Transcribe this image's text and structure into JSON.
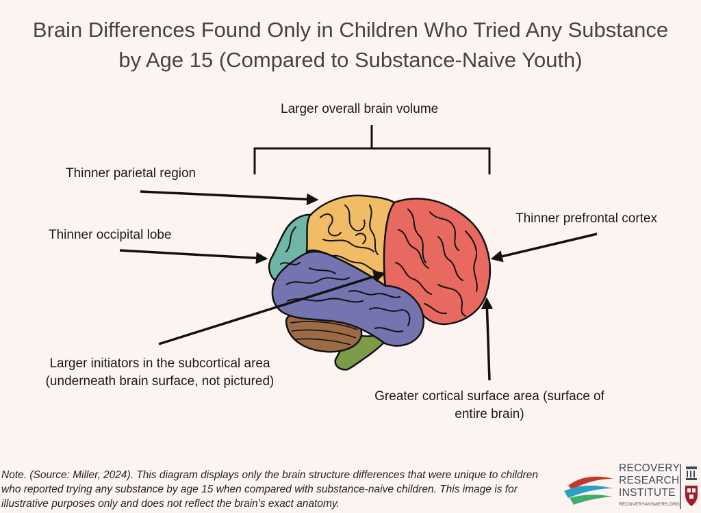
{
  "title": {
    "line1": "Brain Differences Found Only in Children Who Tried Any Substance",
    "line2": "by Age 15 (Compared to Substance-Naive Youth)"
  },
  "labels": {
    "overall_volume": "Larger overall brain volume",
    "parietal": "Thinner parietal region",
    "occipital": "Thinner occipital lobe",
    "prefrontal": "Thinner prefrontal cortex",
    "subcortical_line1": "Larger initiators in the subcortical area",
    "subcortical_line2": "(underneath brain surface, not pictured)",
    "surface_line1": "Greater cortical surface area (surface of",
    "surface_line2": "entire brain)"
  },
  "note": "Note. (Source: Miller, 2024). This diagram displays only the brain structure differences that were unique to children who reported trying any substance by age 15 when compared with substance-naive children. This image is for illustrative purposes only and does not reflect the brain's exact anatomy.",
  "logo": {
    "line1": "RECOVERY",
    "line2": "RESEARCH",
    "line3": "INSTITUTE",
    "url": "RECOVERYANSWERS.ORG"
  },
  "colors": {
    "background": "#fdf3f1",
    "frontal": "#e8695f",
    "parietal": "#f0bd66",
    "occipital": "#6fb5a8",
    "temporal": "#7474b0",
    "cerebellum": "#9c6a44",
    "brainstem": "#7c9b48"
  }
}
